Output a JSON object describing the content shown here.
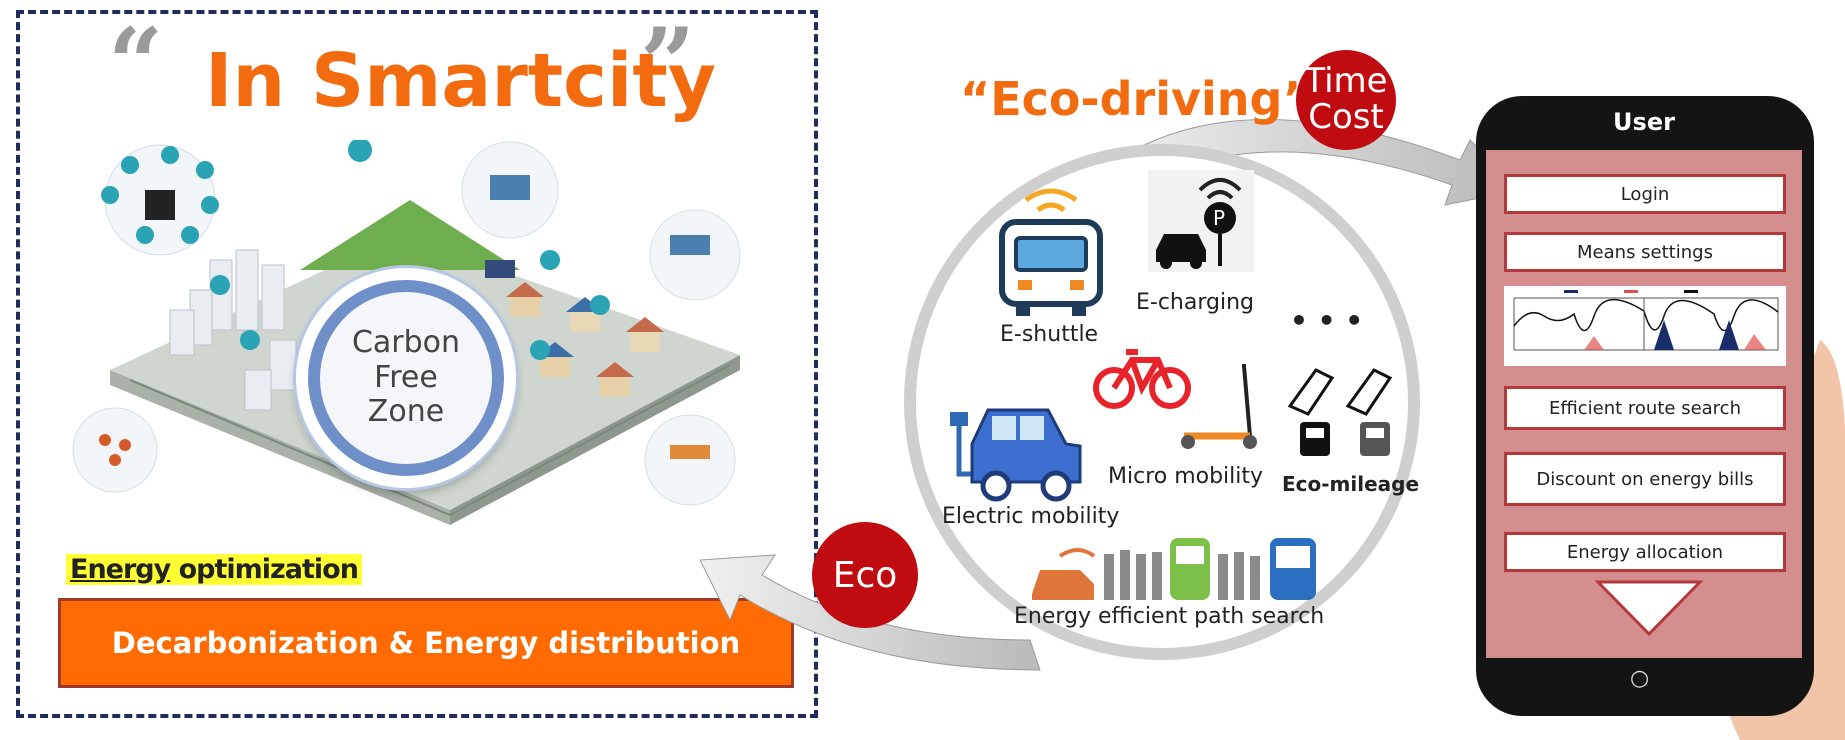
{
  "left_panel": {
    "title": "In Smartcity",
    "hub_lines": [
      "Carbon",
      "Free",
      "Zone"
    ],
    "highlight_underlined": "Energy",
    "highlight_rest": " optimization",
    "banner": "Decarbonization & Energy distribution"
  },
  "eco_section": {
    "title": "“Eco-driving”",
    "bubble_top": [
      "Time",
      "Cost"
    ],
    "bubble_eco": "Eco",
    "items": {
      "shuttle": "E-shuttle",
      "charging": "E-charging",
      "ellipsis": "• • •",
      "micro": "Micro mobility",
      "electric": "Electric mobility",
      "mileage": "Eco-mileage",
      "path": "Energy efficient path search"
    }
  },
  "phone": {
    "header": "User",
    "menu": [
      "Login",
      "Means settings",
      "Efficient route search",
      "Discount on energy bills",
      "Energy allocation"
    ],
    "home_glyph": "○"
  },
  "colors": {
    "orange": "#f26b0f",
    "red_bubble": "#c00c10",
    "screen": "#d58e8e",
    "panel_border": "#1f2d5c"
  }
}
